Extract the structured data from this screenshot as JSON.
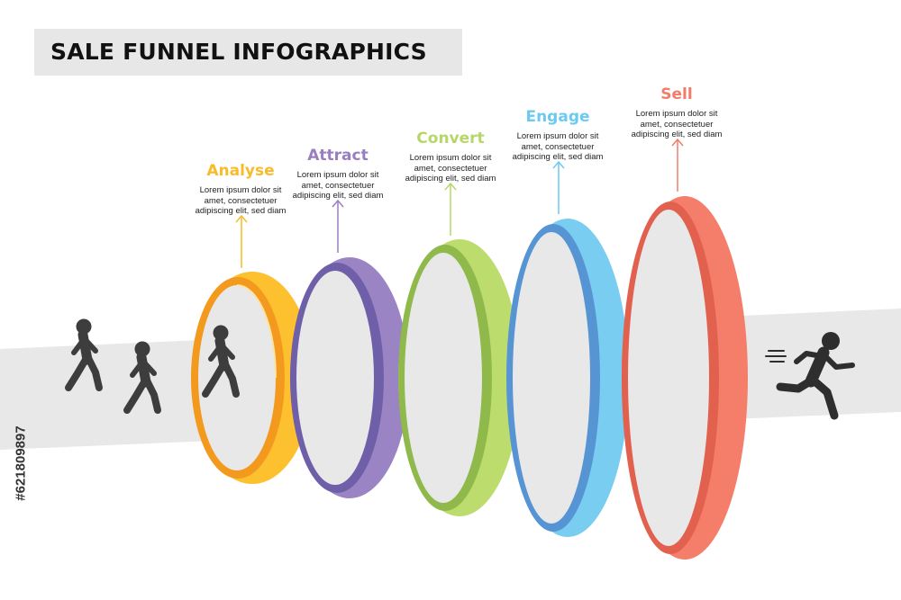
{
  "title": "SALE FUNNEL INFOGRAPHICS",
  "stock_id": "#621809897",
  "stages": [
    {
      "name": "Analyse",
      "color": "#f9bb29",
      "desc1": "Lorem ipsum dolor sit",
      "desc2": "amet, consectetuer",
      "desc3": "adipiscing elit, sed diam"
    },
    {
      "name": "Attract",
      "color": "#9a7fc0",
      "desc1": "Lorem ipsum dolor sit",
      "desc2": "amet, consectetuer",
      "desc3": "adipiscing elit, sed diam"
    },
    {
      "name": "Convert",
      "color": "#b7d66a",
      "desc1": "Lorem ipsum dolor sit",
      "desc2": "amet, consectetuer",
      "desc3": "adipiscing elit, sed diam"
    },
    {
      "name": "Engage",
      "color": "#6cc9ef",
      "desc1": "Lorem ipsum dolor sit",
      "desc2": "amet, consectetuer",
      "desc3": "adipiscing elit, sed diam"
    },
    {
      "name": "Sell",
      "color": "#f27c68",
      "desc1": "Lorem ipsum dolor sit",
      "desc2": "amet, consectetuer",
      "desc3": "adipiscing elit, sed diam"
    }
  ],
  "icons": [
    "walking-person-icon",
    "walking-person-icon",
    "walking-person-icon",
    "running-person-icon"
  ]
}
